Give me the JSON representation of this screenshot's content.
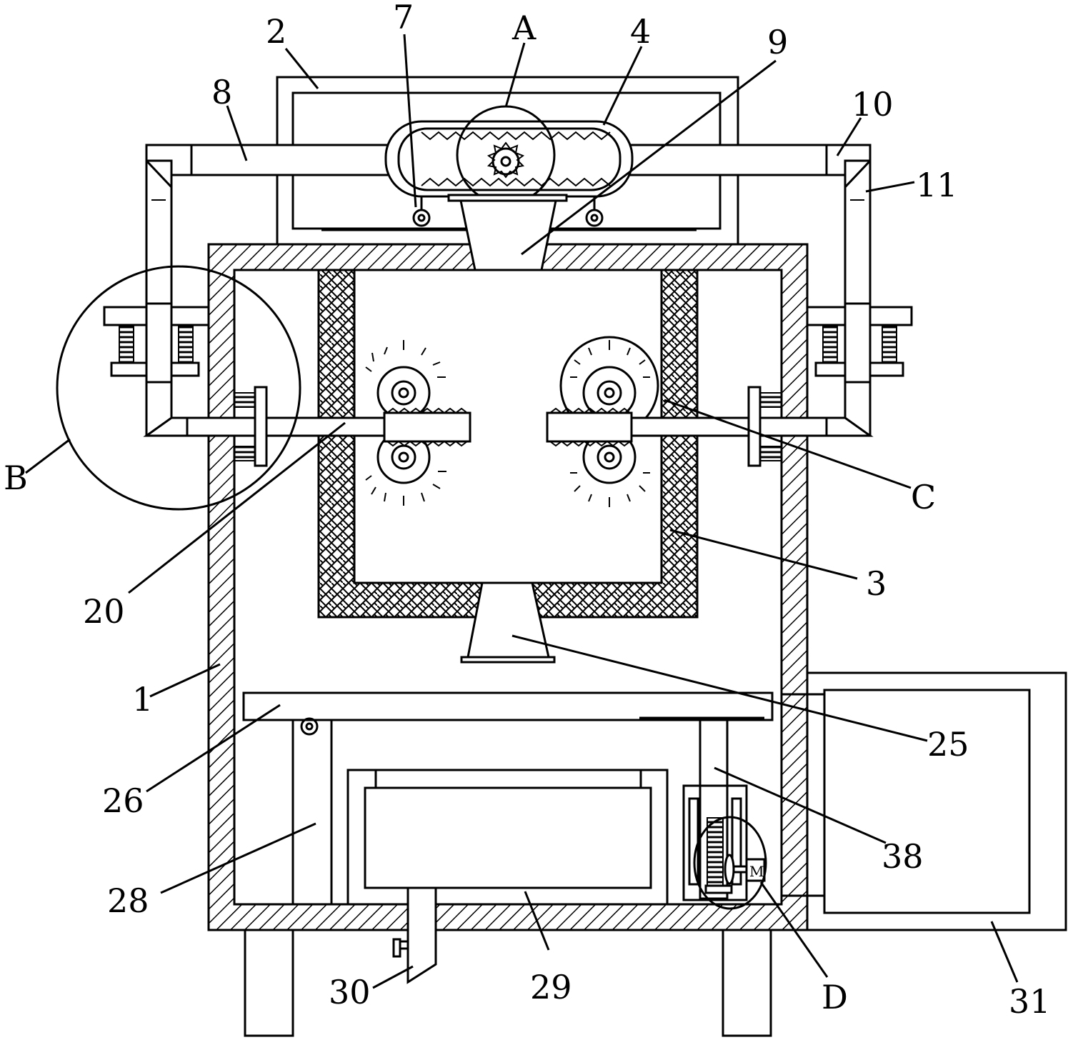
{
  "labels": {
    "n1": "1",
    "n2": "2",
    "n3": "3",
    "n4": "4",
    "n7": "7",
    "n8": "8",
    "n9": "9",
    "n10": "10",
    "n11": "11",
    "n20": "20",
    "n25": "25",
    "n26": "26",
    "n28": "28",
    "n29": "29",
    "n30": "30",
    "n31": "31",
    "n38": "38",
    "A": "A",
    "B": "B",
    "C": "C",
    "D": "D"
  },
  "motor_mark": "M"
}
